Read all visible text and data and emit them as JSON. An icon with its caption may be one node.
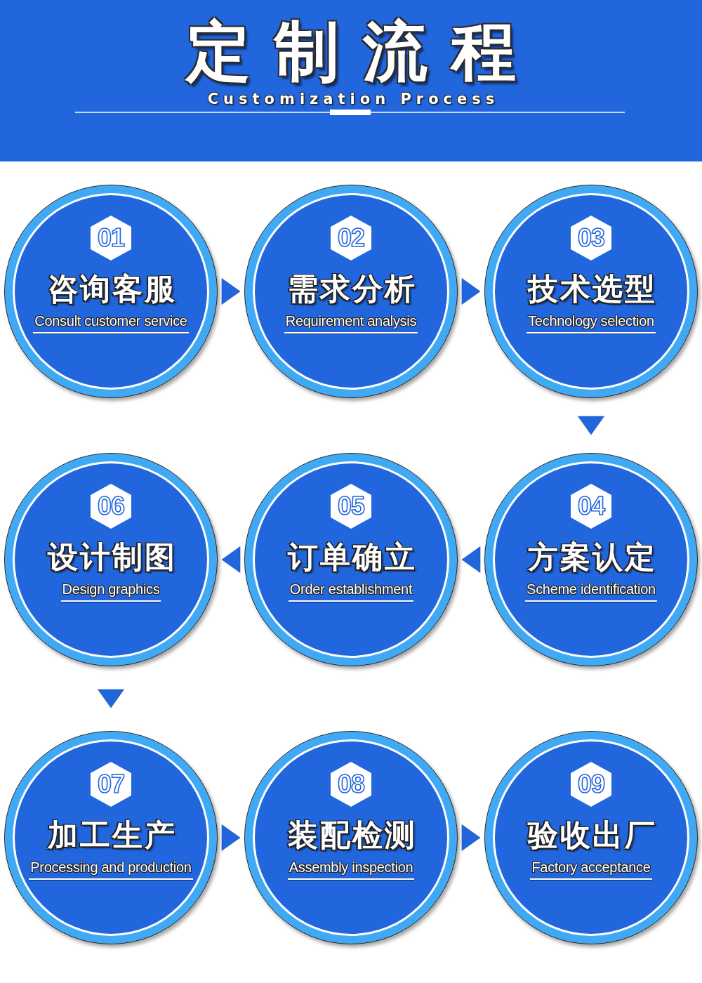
{
  "diagram": {
    "title": "定制流程",
    "nodes": [
      {
        "text": [
          "01",
          "咨询客服",
          "Consult customer service"
        ]
      },
      {
        "text": [
          "02",
          "需求分析",
          "Requirement analysis"
        ]
      },
      {
        "text": [
          "03",
          "技术选型",
          "Technology selection"
        ]
      },
      {
        "text": [
          "04",
          "方案认定",
          "Scheme identification"
        ]
      },
      {
        "text": [
          "05",
          "订单确立",
          "Order establishment"
        ]
      },
      {
        "text": [
          "06",
          "设计制图",
          "Design graphics"
        ]
      },
      {
        "text": [
          "07",
          "加工生产",
          "Processing and production"
        ]
      },
      {
        "text": [
          "08",
          "装配检测",
          "Assembly inspection"
        ]
      },
      {
        "text": [
          "09",
          "验收出厂",
          "Factory acceptance"
        ]
      }
    ],
    "edges": [
      {
        "from": 0,
        "to": 1,
        "arrow": "to"
      },
      {
        "from": 1,
        "to": 2,
        "arrow": "to"
      },
      {
        "from": 2,
        "to": 3,
        "arrow": "to"
      },
      {
        "from": 3,
        "to": 4,
        "arrow": "to"
      },
      {
        "from": 4,
        "to": 5,
        "arrow": "to"
      },
      {
        "from": 5,
        "to": 6,
        "arrow": "to"
      },
      {
        "from": 6,
        "to": 7,
        "arrow": "to"
      },
      {
        "from": 7,
        "to": 8,
        "arrow": "to"
      }
    ],
    "labels": [
      "Customization Process"
    ]
  }
}
